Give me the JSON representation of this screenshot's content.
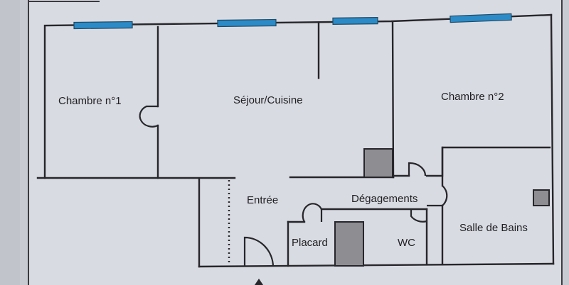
{
  "rooms": {
    "chambre1": "Chambre n°1",
    "sejour": "Séjour/Cuisine",
    "chambre2": "Chambre n°2",
    "entree": "Entrée",
    "degagements": "Dégagements",
    "placard": "Placard",
    "wc": "WC",
    "sdb": "Salle de Bains"
  },
  "colors": {
    "paper": "#d9dbe3",
    "wall": "#26262b",
    "window": "#2c8bc6",
    "duct": "#8e8e92"
  }
}
